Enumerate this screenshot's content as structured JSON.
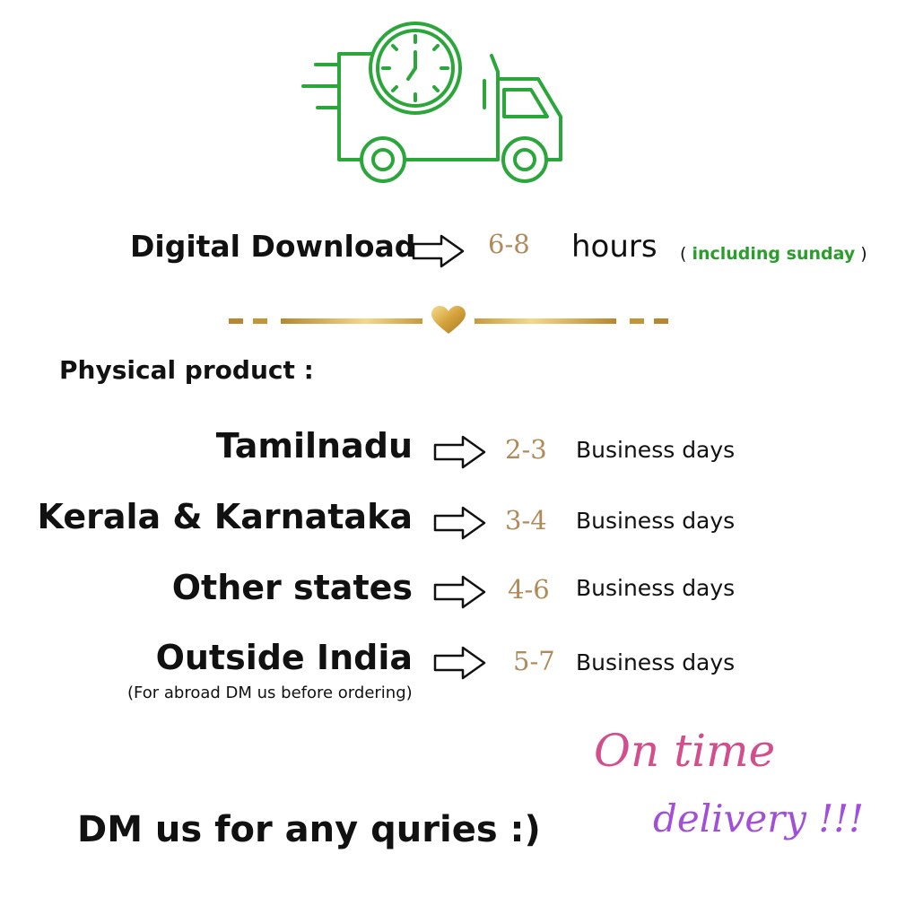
{
  "digital": {
    "label": "Digital Download",
    "range": "6-8",
    "unit": "hours",
    "note_open": "( ",
    "note_text": "including sunday",
    "note_close": " )"
  },
  "physical": {
    "heading": "Physical product :",
    "rows": [
      {
        "region": "Tamilnadu",
        "range": "2-3",
        "unit": "Business days"
      },
      {
        "region": "Kerala & Karnataka",
        "range": "3-4",
        "unit": "Business days"
      },
      {
        "region": "Other states",
        "range": "4-6",
        "unit": "Business days"
      },
      {
        "region": "Outside India",
        "range": "5-7",
        "unit": "Business days"
      }
    ],
    "abroad_note": "(For abroad DM us before ordering)"
  },
  "tagline": {
    "line1": "On time",
    "line2": "delivery !!!"
  },
  "footer": {
    "dm": "DM us for any quries :)"
  },
  "icons": {
    "truck": "delivery-truck-clock-icon",
    "arrow": "arrow-right-outline-icon",
    "heart": "heart-icon"
  },
  "colors": {
    "truck_green": "#2aa63a",
    "accent_gold": "#b08a59",
    "note_green": "#2a9e2a",
    "ontime_pink": "#d24e8c",
    "delivery_purple": "#a14fd8"
  }
}
